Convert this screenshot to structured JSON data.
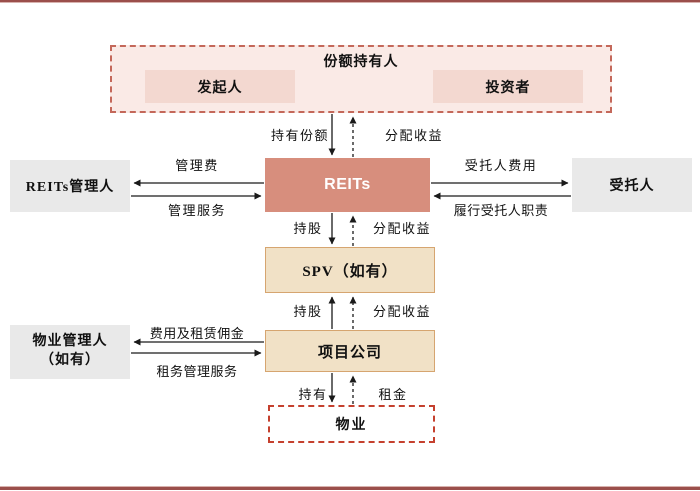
{
  "diagram": {
    "title_node": "份额持有人",
    "nodes": {
      "unit_holders": {
        "label": "份额持有人"
      },
      "originator": {
        "label": "发起人"
      },
      "investors": {
        "label": "投资者"
      },
      "reits": {
        "label": "REITs"
      },
      "reits_manager": {
        "label": "REITs管理人"
      },
      "trustee": {
        "label": "受托人"
      },
      "spv": {
        "label": "SPV（如有）"
      },
      "project_company": {
        "label": "项目公司"
      },
      "property_manager": {
        "label_line1": "物业管理人",
        "label_line2": "（如有）"
      },
      "property": {
        "label": "物业"
      }
    },
    "edges": {
      "hold_units": "持有份额",
      "distribute_income_top": "分配收益",
      "management_fee": "管理费",
      "management_service": "管理服务",
      "trustee_fee": "受托人费用",
      "trustee_duty": "履行受托人职责",
      "hold_shares_upper": "持股",
      "distribute_income_mid": "分配收益",
      "hold_shares_lower": "持股",
      "distribute_income_lower": "分配收益",
      "fees_and_leasing_commission": "费用及租赁佣金",
      "leasing_management_service": "租务管理服务",
      "hold_property": "持有",
      "rent": "租金"
    },
    "colors": {
      "reits_fill": "#d78e7d",
      "holders_outer_fill": "#faeae6",
      "holders_outer_border": "#c4685a",
      "holders_inner_fill": "#f3d8d0",
      "gray_box_fill": "#e9e9e9",
      "tan_box_fill": "#f1e1c6",
      "tan_box_border": "#d6a570",
      "property_dashed_border": "#c5402e",
      "page_rule": "#9b4f4b",
      "arrow": "#1a1a1a"
    }
  }
}
